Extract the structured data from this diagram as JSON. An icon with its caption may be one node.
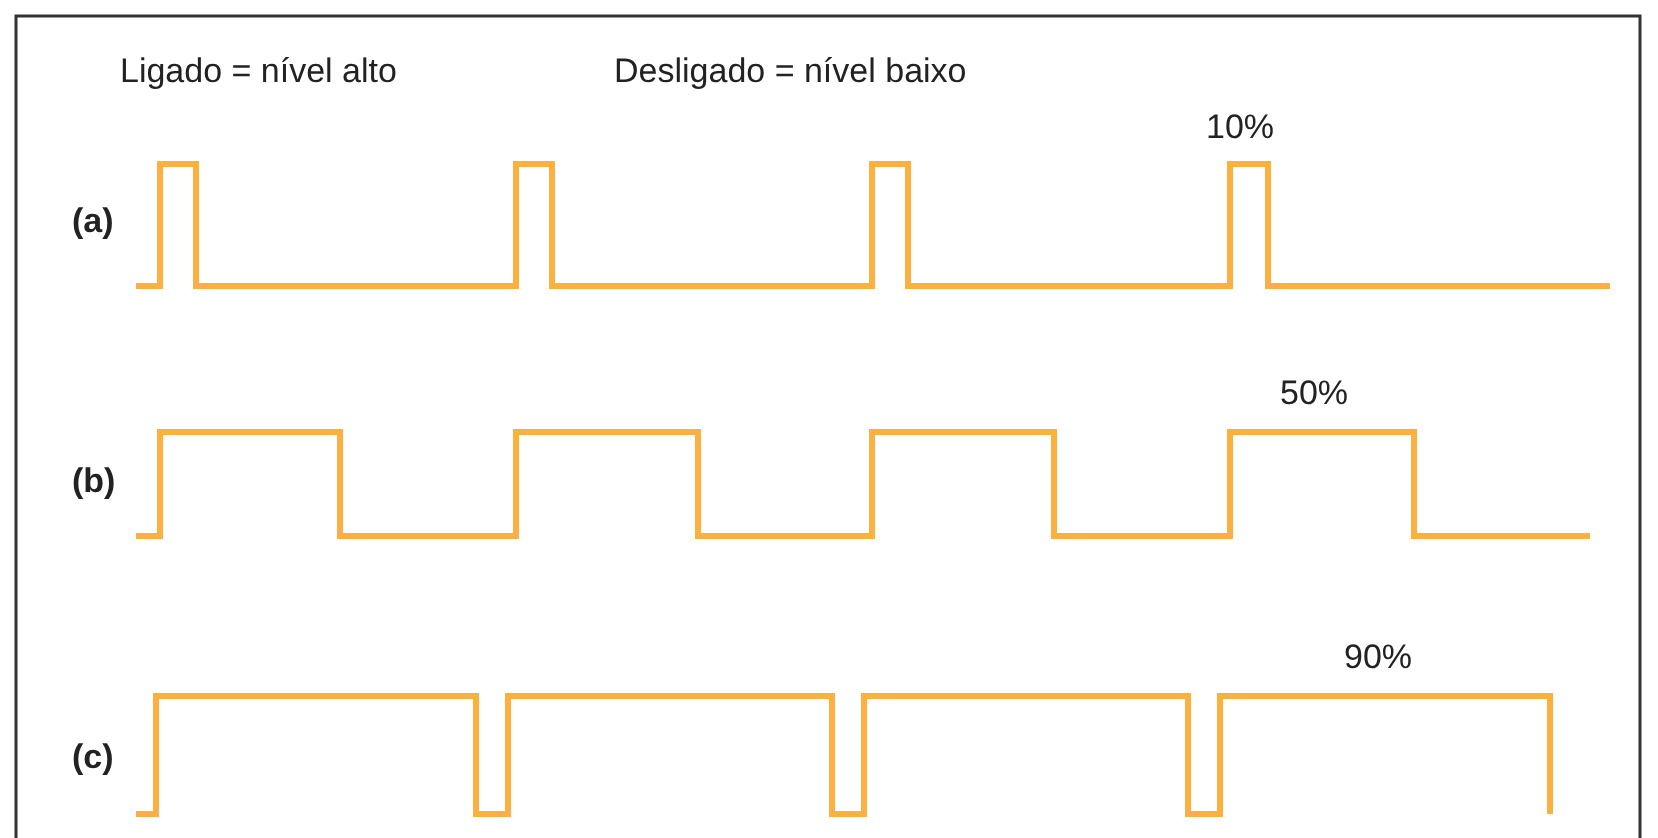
{
  "diagram": {
    "labels": [
      "Ligado = nível alto",
      "Desligado = nível baixo",
      "10%",
      "(a)",
      "50%",
      "(b)",
      "90%",
      "(c)"
    ]
  }
}
